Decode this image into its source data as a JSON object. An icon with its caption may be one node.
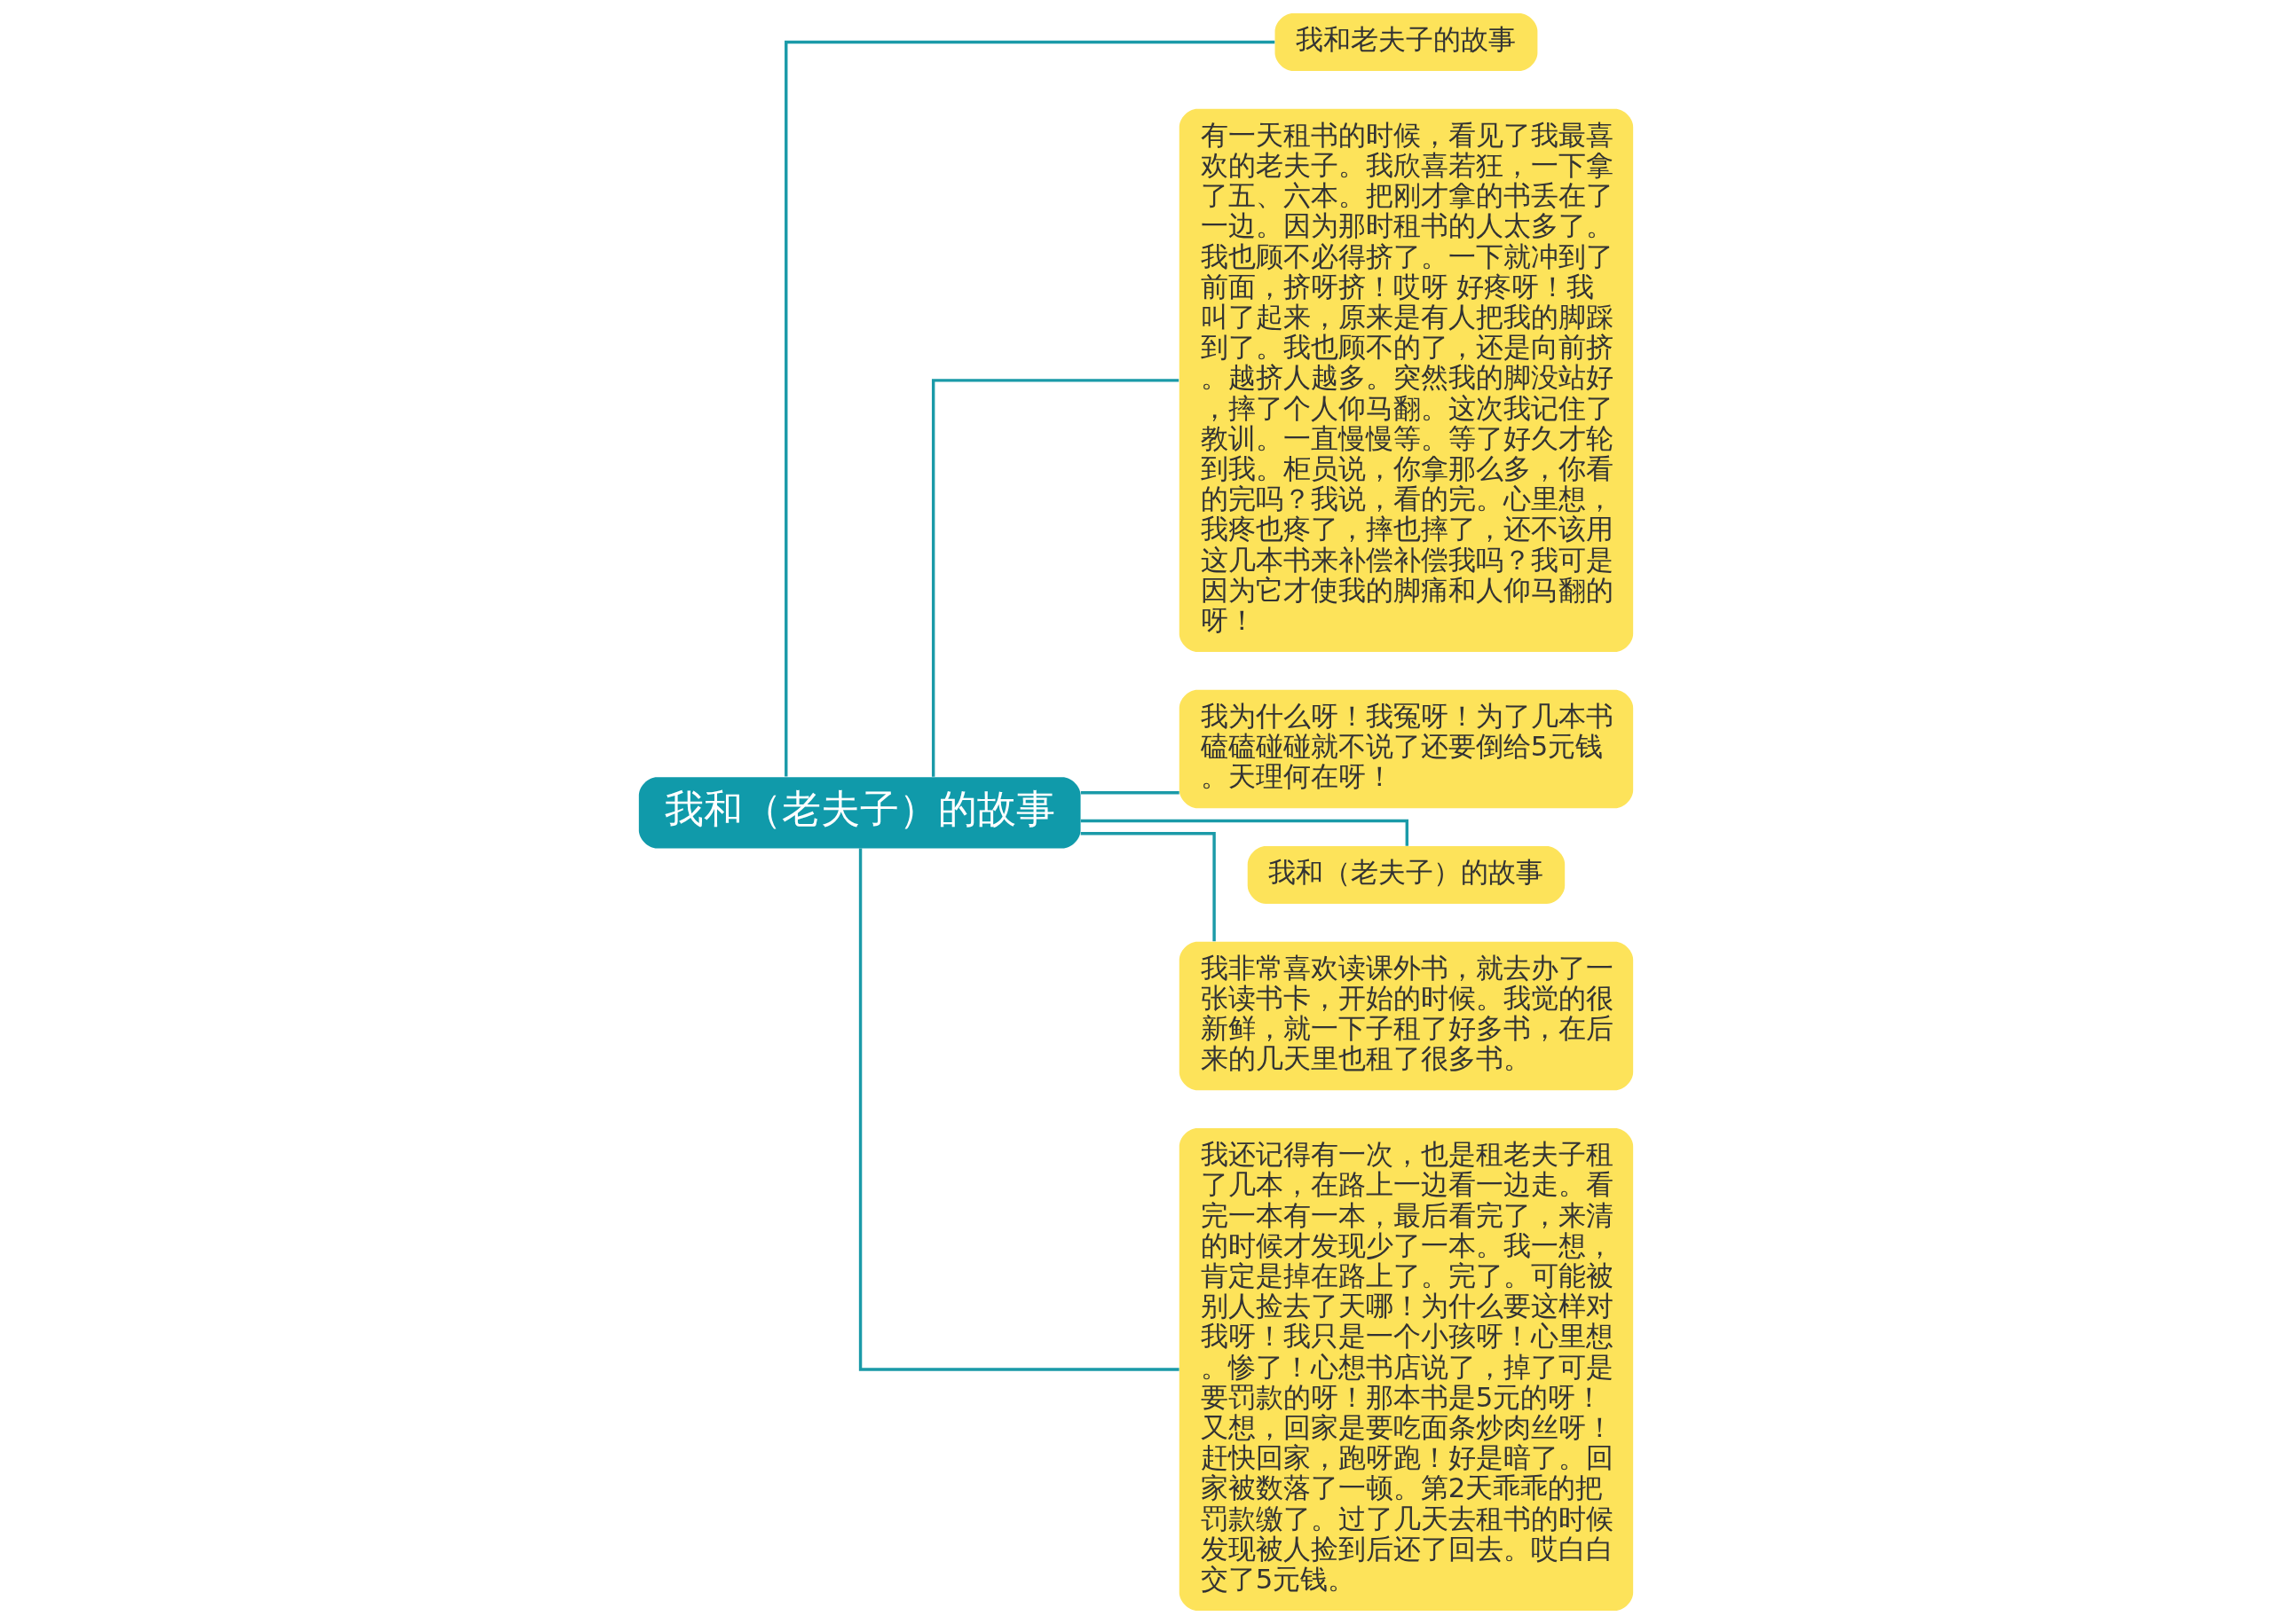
{
  "diagram": {
    "nodes": [
      {
        "text": [
          "我和（老夫子）的故事"
        ]
      },
      {
        "text": [
          "我和老夫子的故事"
        ]
      },
      {
        "text": [
          "有一天租书的时候，看见了我最喜欢的老夫子。我欣喜若狂，一下拿了五、六本。把刚才拿的书丢在了一边。因为那时租书的人太多了。我也顾不必得挤了。一下就冲到了前面，挤呀挤！哎呀 好疼呀！我叫了起来，原来是有人把我的脚踩到了。我也顾不的了，还是向前挤。越挤人越多。突然我的脚没站好，摔了个人仰马翻。这次我记住了教训。一直慢慢等。等了好久才轮到我。柜员说，你拿那么多，你看的完吗？我说，看的完。心里想，我疼也疼了，摔也摔了，还不该用这几本书来补偿补偿我吗？我可是因为它才使我的脚痛和人仰马翻的呀！"
        ]
      },
      {
        "text": [
          "我为什么呀！我冤呀！为了几本书磕磕碰碰就不说了还要倒给5元钱。天理何在呀！"
        ]
      },
      {
        "text": [
          "我和（老夫子）的故事"
        ]
      },
      {
        "text": [
          "我非常喜欢读课外书，就去办了一张读书卡，开始的时候。我觉的很新鲜，就一下子租了好多书，在后来的几天里也租了很多书。"
        ]
      },
      {
        "text": [
          "我还记得有一次，也是租老夫子租了几本，在路上一边看一边走。看完一本有一本，最后看完了，来清的时候才发现少了一本。我一想，肯定是掉在路上了。完了。可能被别人捡去了天哪！为什么要这样对我呀！我只是一个小孩呀！心里想。惨了！心想书店说了，掉了可是要罚款的呀！那本书是5元的呀！又想，回家是要吃面条炒肉丝呀！赶快回家，跑呀跑！好是暗了。回家被数落了一顿。第2天乖乖的把罚款缴了。过了几天去租书的时候发现被人捡到后还了回去。哎白白交了5元钱。"
        ]
      }
    ],
    "edges": [
      {
        "from": 0,
        "to": 1,
        "arrow": "none"
      },
      {
        "from": 0,
        "to": 2,
        "arrow": "none"
      },
      {
        "from": 0,
        "to": 3,
        "arrow": "none"
      },
      {
        "from": 0,
        "to": 4,
        "arrow": "none"
      },
      {
        "from": 0,
        "to": 5,
        "arrow": "none"
      },
      {
        "from": 0,
        "to": 6,
        "arrow": "none"
      }
    ]
  }
}
